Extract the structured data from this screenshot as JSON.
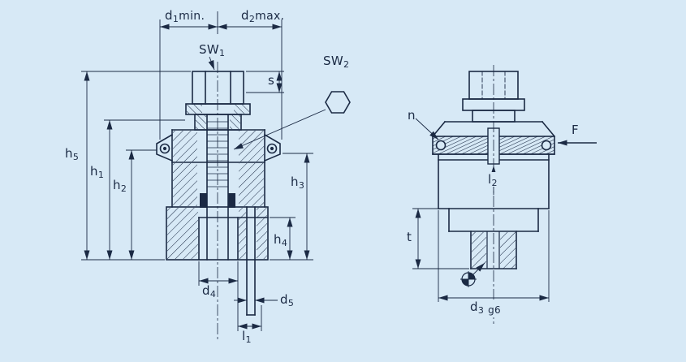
{
  "drawing": {
    "background_color": "#d7e9f6",
    "line_color": "#1b2a44",
    "views": 2
  },
  "labels": {
    "d1": {
      "base": "d",
      "sub": "1",
      "suffix": "min."
    },
    "d2": {
      "base": "d",
      "sub": "2",
      "suffix": "max."
    },
    "sw1": {
      "base": "SW",
      "sub": "1"
    },
    "s": {
      "base": "s"
    },
    "sw2": {
      "base": "SW",
      "sub": "2"
    },
    "h5": {
      "base": "h",
      "sub": "5"
    },
    "h1": {
      "base": "h",
      "sub": "1"
    },
    "h2": {
      "base": "h",
      "sub": "2"
    },
    "h3": {
      "base": "h",
      "sub": "3"
    },
    "h4": {
      "base": "h",
      "sub": "4"
    },
    "d4": {
      "base": "d",
      "sub": "4"
    },
    "d5": {
      "base": "d",
      "sub": "5"
    },
    "l1": {
      "base": "l",
      "sub": "1"
    },
    "l2": {
      "base": "l",
      "sub": "2"
    },
    "n": {
      "base": "n"
    },
    "F": {
      "base": "F"
    },
    "t": {
      "base": "t"
    },
    "d3": {
      "base": "d",
      "sub": "3",
      "suffix": "g6"
    }
  },
  "icons": {
    "hex_socket": "hexagon-socket",
    "datum_target": "target-crosshair",
    "force_arrow": "left-arrow"
  }
}
